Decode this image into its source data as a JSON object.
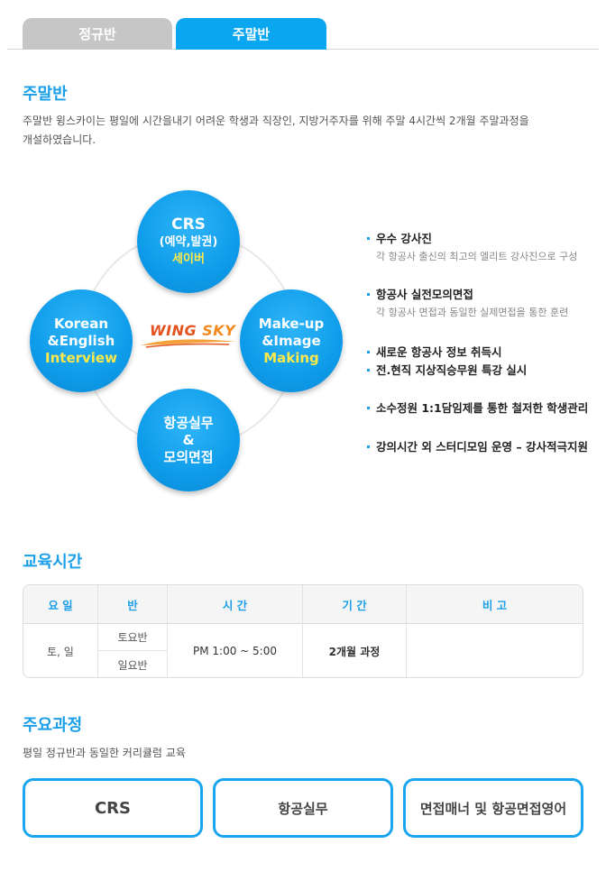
{
  "tabs": [
    {
      "label": "정규반",
      "active": false
    },
    {
      "label": "주말반",
      "active": true
    }
  ],
  "intro": {
    "title": "주말반",
    "lines": [
      "주말반  윙스카이는 평일에 시간을내기 어려운 학생과 직장인, 지방거주자를 위해 주말 4시간씩 2개월 주말과정을",
      "개설하였습니다."
    ]
  },
  "diagram": {
    "top": {
      "line1": "CRS",
      "line2": "(예약,발권)",
      "highlight": "세이버"
    },
    "left": {
      "line1": "Korean",
      "line2": "&English",
      "highlight": "Interview"
    },
    "right": {
      "line1": "Make-up",
      "line2": "&Image",
      "highlight": "Making"
    },
    "bottom": {
      "line1": "항공실무",
      "line2": "&",
      "line3": "모의면접"
    },
    "logo": {
      "part1": "WING",
      "part2": "SKY"
    }
  },
  "features": [
    {
      "title": "우수 강사진",
      "desc": "각 항공사 출신의 최고의 엘리트 강사진으로 구성"
    },
    {
      "title": "항공사 실전모의면접",
      "desc": "각 항공사 면접과 동일한 실제면접을 통한 훈련"
    },
    {
      "title": "새로운 항공사 정보 취득시",
      "desc": "전.현직 지상직승무원 특강 실시"
    },
    {
      "title": "소수정원 1:1담임제를 통한 철저한 학생관리",
      "desc": ""
    },
    {
      "title": "강의시간 외 스터디모임 운영 – 강사적극지원",
      "desc": ""
    }
  ],
  "schedule": {
    "title": "교육시간",
    "headers": [
      "요 일",
      "반",
      "시 간",
      "기 간",
      "비 고"
    ],
    "day": "토, 일",
    "classes": [
      "토요반",
      "일요반"
    ],
    "time": "PM 1:00 ~ 5:00",
    "period": "2개월 과정",
    "note": ""
  },
  "courses": {
    "title": "주요과정",
    "desc": "평일 정규반과 동일한 커리큘럼 교육",
    "items": [
      "CRS",
      "항공실무",
      "면접매너 및 항공면접영어"
    ]
  },
  "colors": {
    "accent": "#1a9fe8",
    "tab_active": "#0aa6ef",
    "tab_inactive": "#c6c6c6",
    "highlight": "#ffe94a"
  }
}
